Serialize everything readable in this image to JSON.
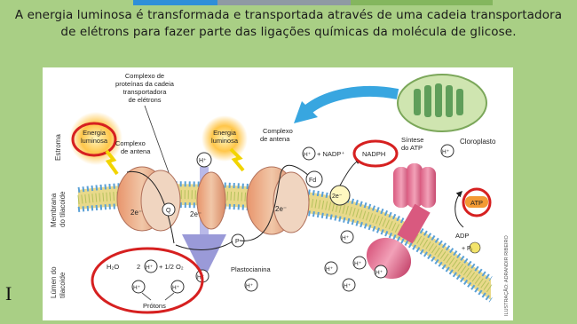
{
  "header": {
    "title": "A energia luminosa é transformada e transportada através de uma cadeia transportadora de elétrons para fazer parte das ligações químicas da molécula de glicose.",
    "colors": {
      "background": "#a9cf85",
      "bar_blue": "#2f8fd8",
      "bar_gray": "#8f9aa3",
      "bar_green": "#84b65e",
      "highlight": "#d62020"
    }
  },
  "diagram": {
    "label_complex_proteins": [
      "Complexo de",
      "proteínas da cadeia",
      "transportadora",
      "de elétrons"
    ],
    "label_light_energy_1": [
      "Energia",
      "luminosa"
    ],
    "label_light_energy_2": [
      "Energia",
      "luminosa"
    ],
    "label_antenna_1": [
      "Complexo",
      "de antena"
    ],
    "label_antenna_2": [
      "Complexo",
      "de antena"
    ],
    "label_chloroplast": "Cloroplasto",
    "label_atp_synthase": [
      "Síntese",
      "do ATP"
    ],
    "label_stroma": "Estroma",
    "label_membrane": [
      "Membrana",
      "do tilacoide"
    ],
    "label_lumen": [
      "Lúmen do",
      "tilacoide"
    ],
    "label_h": "H⁺",
    "label_nadp": "+ NADP⁺",
    "label_nadph": "NADPH",
    "label_fd": "Fd",
    "label_2e": "2e⁻",
    "label_q": "Q",
    "label_p": "P",
    "label_plastocyanin": "Plastocianina",
    "label_atp": "ATP",
    "label_adp": "ADP",
    "label_pi": "+ Pᵢ",
    "label_water": "H₂O",
    "label_two_h": "2",
    "label_half_o2": "+ 1/2 O₂",
    "label_protons": "Prótons",
    "label_credit": "ILUSTRAÇÃO: ADRANDIR RIBEIRO"
  },
  "footer": {
    "roman_numeral": "I"
  }
}
